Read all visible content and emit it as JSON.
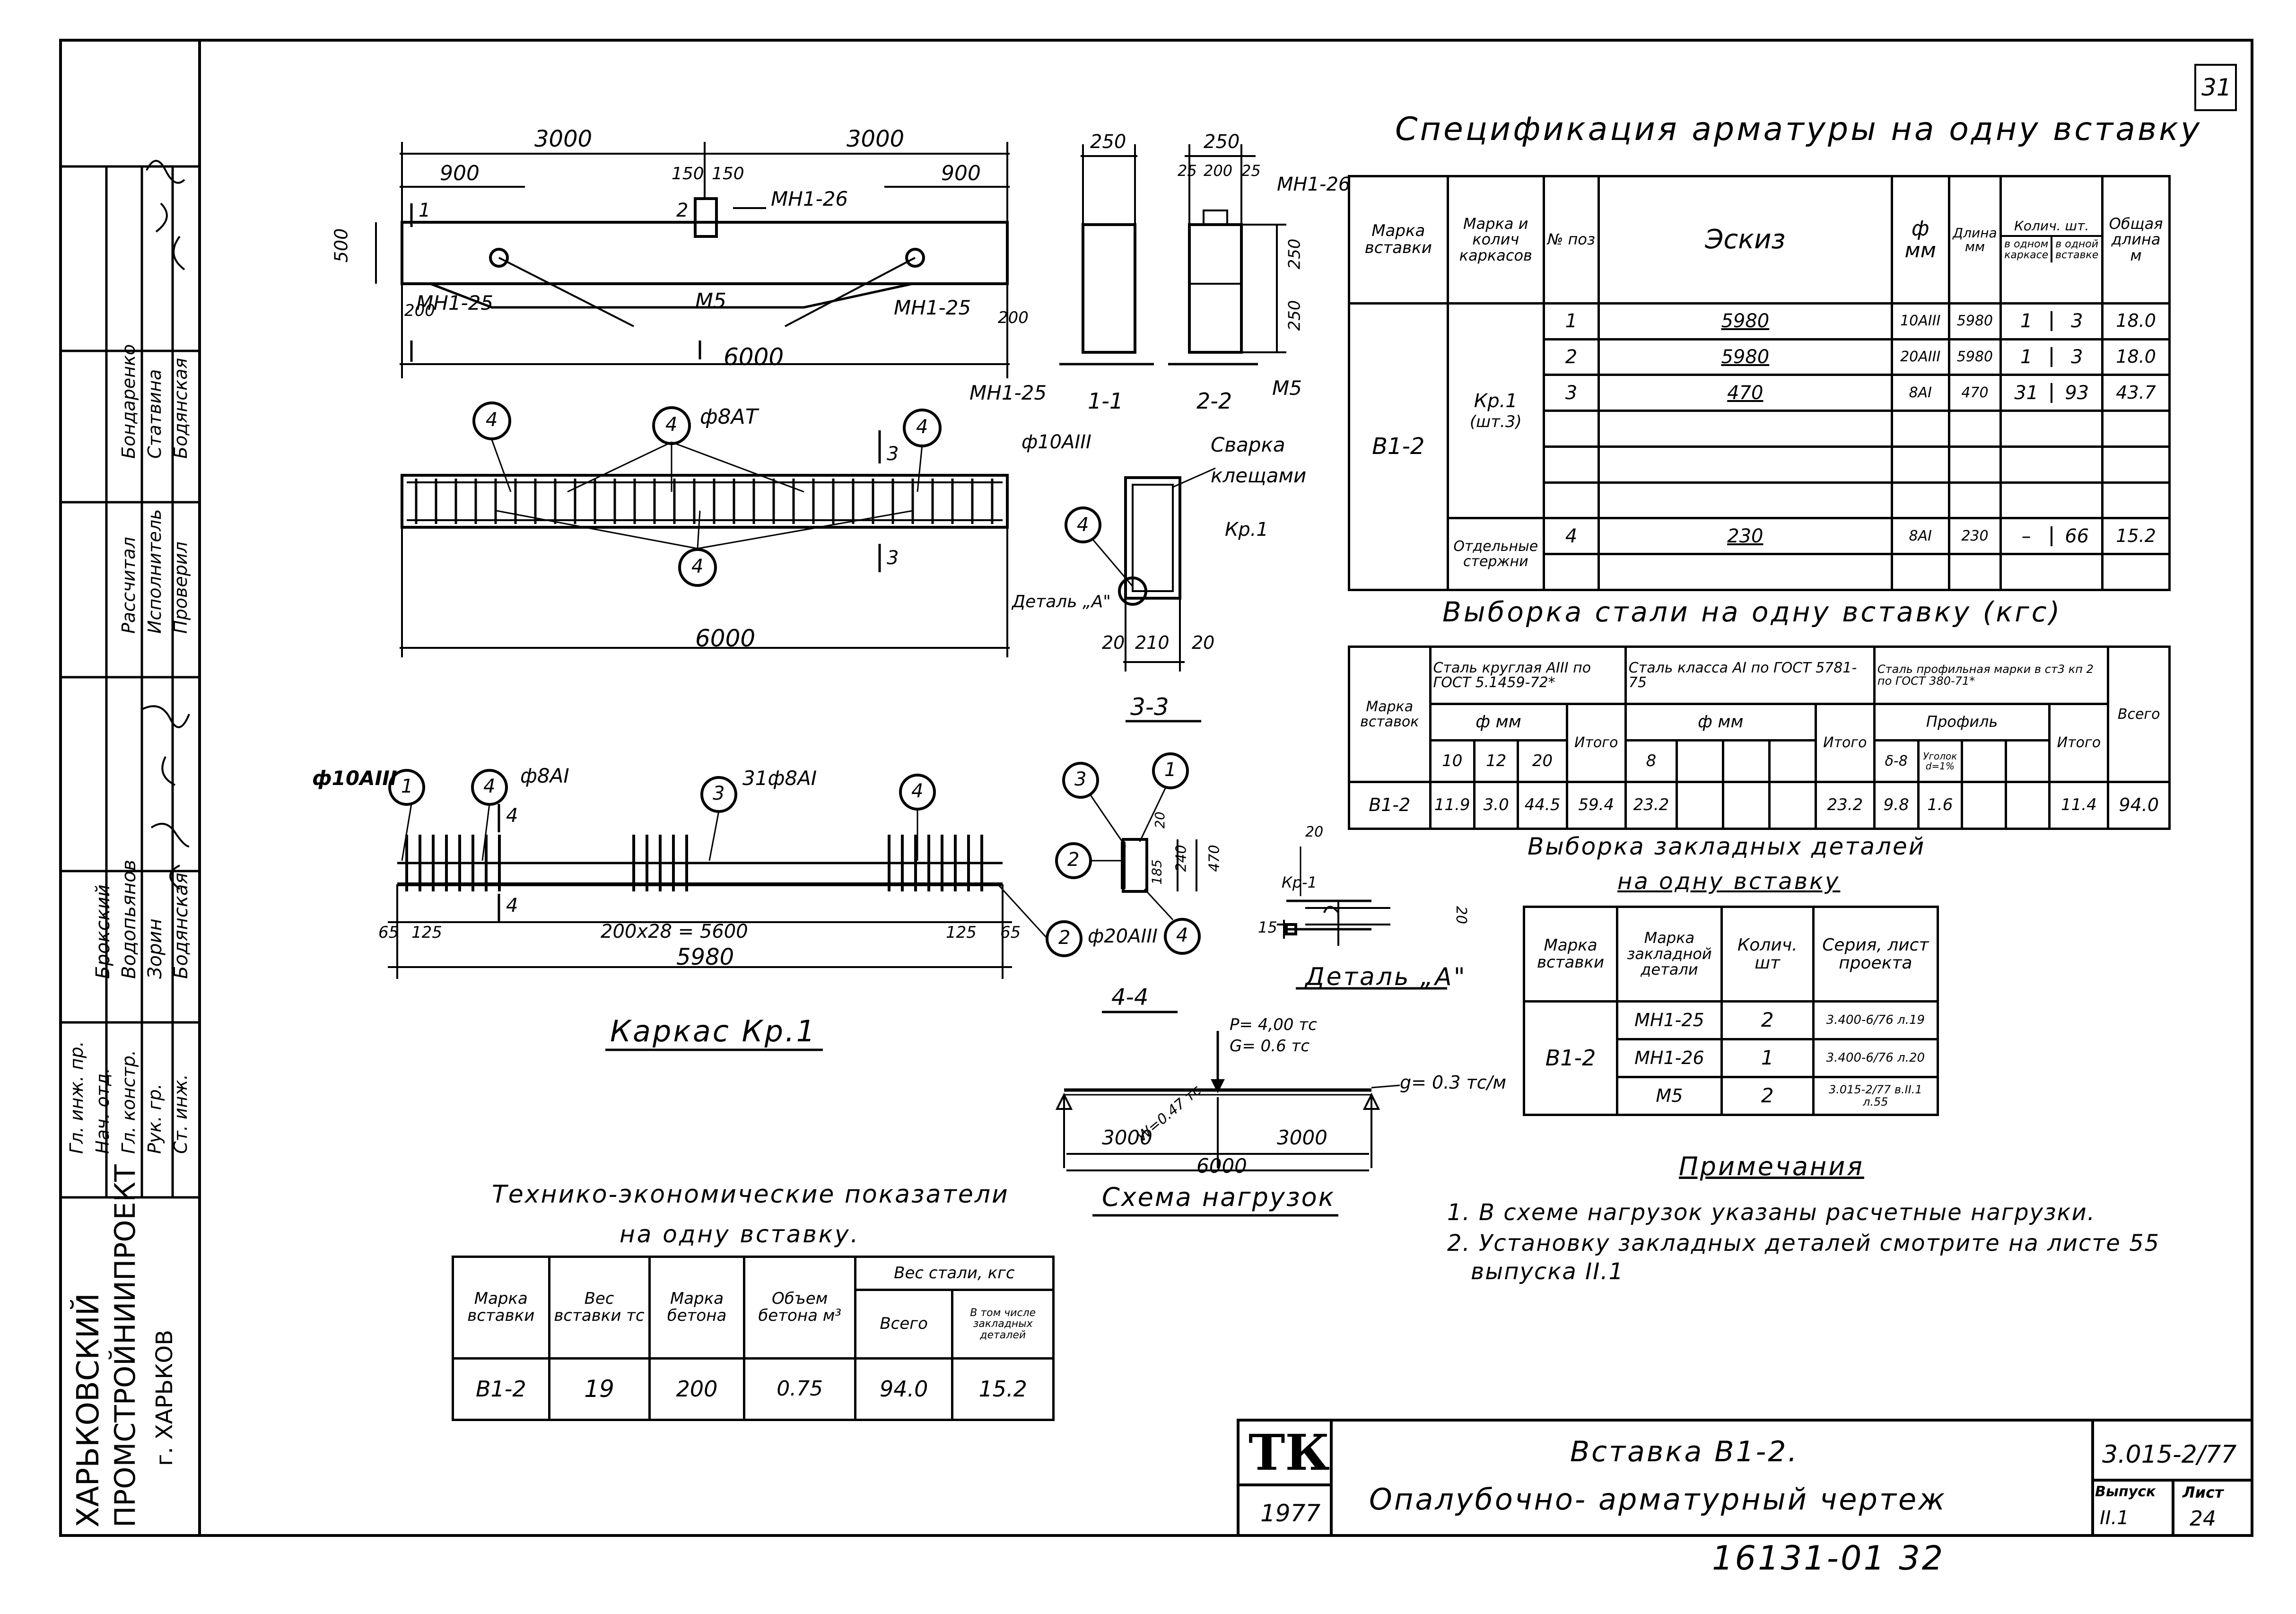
{
  "page_number": "31",
  "sheet_number_bottom": "16131-01   32",
  "left_strip": {
    "org_line1": "ХАРЬКОВСКИЙ",
    "org_line2": "ПРОМСТРОЙНИИПРОЕКТ",
    "org_line3": "г. ХАРЬКОВ",
    "roles": [
      "Гл. инж. пр.",
      "Нач. отд.",
      "Гл. констр.",
      "Рук. гр.",
      "Ст. инж."
    ],
    "role_names": [
      "Брокский",
      "Водопьянов",
      "Зорин",
      "Бодянская"
    ],
    "role2": [
      "Рассчитал",
      "Исполнитель",
      "Проверил"
    ],
    "role2_names": [
      "Бондаренко",
      "Статвина",
      "Бодянская"
    ]
  },
  "spec_table": {
    "title": "Спецификация арматуры на одну вставку",
    "headers": {
      "mark": "Марка вставки",
      "frame": "Марка и колич каркасов",
      "pos": "№ поз",
      "sketch": "Эскиз",
      "dia": "ф мм",
      "len": "Длина мм",
      "qty": "Колич. шт.",
      "qty_frame": "в одном каркасе",
      "qty_insert": "в одной вставке",
      "total": "Общая длина м"
    },
    "insert_mark": "В1-2",
    "frame_mark": "Кр.1",
    "frame_qty": "(шт.3)",
    "separate_rods": "Отдельные стержни",
    "rows": [
      {
        "pos": "1",
        "sketch": "5980",
        "dia": "10АIII",
        "len": "5980",
        "qf": "1",
        "qi": "3",
        "total": "18.0"
      },
      {
        "pos": "2",
        "sketch": "5980",
        "dia": "20АIII",
        "len": "5980",
        "qf": "1",
        "qi": "3",
        "total": "18.0"
      },
      {
        "pos": "3",
        "sketch": "470",
        "dia": "8АI",
        "len": "470",
        "qf": "31",
        "qi": "93",
        "total": "43.7"
      },
      {
        "pos": "4",
        "sketch": "230",
        "dia": "8АI",
        "len": "230",
        "qf": "–",
        "qi": "66",
        "total": "15.2"
      }
    ]
  },
  "steel_table": {
    "title": "Выборка стали на одну вставку (кгс)",
    "mark": "Марка вставок",
    "grp1": "Сталь круглая АIII по ГОСТ 5.1459-72*",
    "grp2": "Сталь класса АI по ГОСТ 5781-75",
    "grp3": "Сталь профильная марки в ст3 кп 2 по ГОСТ 380-71*",
    "fmm": "ф мм",
    "profile": "Профиль",
    "itogo": "Итого",
    "vsego": "Всего",
    "d1": [
      "10",
      "12",
      "20"
    ],
    "d2": [
      "8"
    ],
    "d3": [
      "δ-8",
      "Уголок d=1%"
    ],
    "row": {
      "mark": "В1-2",
      "v10": "11.9",
      "v12": "3.0",
      "v20": "44.5",
      "it1": "59.4",
      "v8": "23.2",
      "it2": "23.2",
      "p1": "9.8",
      "p2": "1.6",
      "it3": "11.4",
      "total": "94.0"
    }
  },
  "embedded_table": {
    "title1": "Выборка закладных деталей",
    "title2": "на одну вставку",
    "headers": [
      "Марка вставки",
      "Марка закладной детали",
      "Колич. шт",
      "Серия, лист проекта"
    ],
    "mark": "В1-2",
    "rows": [
      {
        "name": "МН1-25",
        "qty": "2",
        "ref": "3.400-6/76 л.19"
      },
      {
        "name": "МН1-26",
        "qty": "1",
        "ref": "3.400-6/76 л.20"
      },
      {
        "name": "М5",
        "qty": "2",
        "ref": "3.015-2/77 в.II.1 л.55"
      }
    ]
  },
  "tech_table": {
    "title1": "Технико-экономические показатели",
    "title2": "на одну вставку.",
    "headers": [
      "Марка вставки",
      "Вес вставки тс",
      "Марка бетона",
      "Объем бетона м³",
      "Вес стали, кгс",
      "Всего",
      "В том числе закладных деталей"
    ],
    "row": {
      "mark": "В1-2",
      "weight": "19",
      "concrete": "200",
      "volume": "0.75",
      "steel": "94.0",
      "embedded": "15.2"
    }
  },
  "notes": {
    "title": "Примечания",
    "items": [
      "1. В схеме нагрузок указаны расчетные нагрузки.",
      "2. Установку закладных деталей смотрите на листе 55",
      "выпуска II.1"
    ]
  },
  "title_block": {
    "logo": "ТК",
    "year": "1977",
    "line1": "Вставка В1-2.",
    "line2": "Опалубочно- арматурный чертеж",
    "series": "3.015-2/77",
    "issue_label": "Выпуск",
    "issue": "II.1",
    "sheet_label": "Лист",
    "sheet": "24"
  },
  "drawing_labels": {
    "d3000a": "3000",
    "d3000b": "3000",
    "d900a": "900",
    "d900b": "900",
    "d150a": "150",
    "d150b": "150",
    "d500": "500",
    "d200a": "200",
    "d200b": "200",
    "d6000": "6000",
    "mn125a": "МН1-25",
    "mn125b": "МН1-25",
    "mn126": "МН1-26",
    "m5": "М5",
    "sec2": "2",
    "sec1": "1",
    "fi8at": "ф8АТ",
    "c4": "4",
    "c3": "3",
    "d6000b": "6000",
    "s250a": "250",
    "s250b": "250",
    "s200": "200",
    "s25a": "25",
    "s25b": "25",
    "s250v1": "250",
    "s250v2": "250",
    "mn125c": "МН1-25",
    "m5b": "М5",
    "mn126b": "МН1-26",
    "sec11": "1-1",
    "sec22": "2-2",
    "fi10a3": "ф10АIII",
    "svarka": "Сварка",
    "kleshami": "клещами",
    "kr1": "Кр.1",
    "detailA": "Деталь „А\"",
    "d20a": "20",
    "d210": "210",
    "d20b": "20",
    "sec33": "3-3",
    "fi10a3b": "ф10АIII",
    "fi8ai": "ф8АI",
    "fi8ai31": "31ф8АI",
    "d65a": "65",
    "d125a": "125",
    "d200x28": "200x28 = 5600",
    "d125b": "125",
    "d65b": "65",
    "d5980": "5980",
    "fi20a3": "ф20АIII",
    "kark": "Каркас Кр.1",
    "s20": "20",
    "s185": "185",
    "s240": "240",
    "s470": "470",
    "sec44": "4-4",
    "detA2": "Деталь „А\"",
    "kr1b": "Кр-1",
    "s15": "15",
    "s20b": "20",
    "s20c": "20",
    "P": "P= 4,00 тс",
    "G": "G= 0.6 тс",
    "q": "g= 0.3 тс/м",
    "W": "W=0.47 тс",
    "sh3000a": "3000",
    "sh3000b": "3000",
    "sh6000": "6000",
    "schema": "Схема нагрузок"
  }
}
